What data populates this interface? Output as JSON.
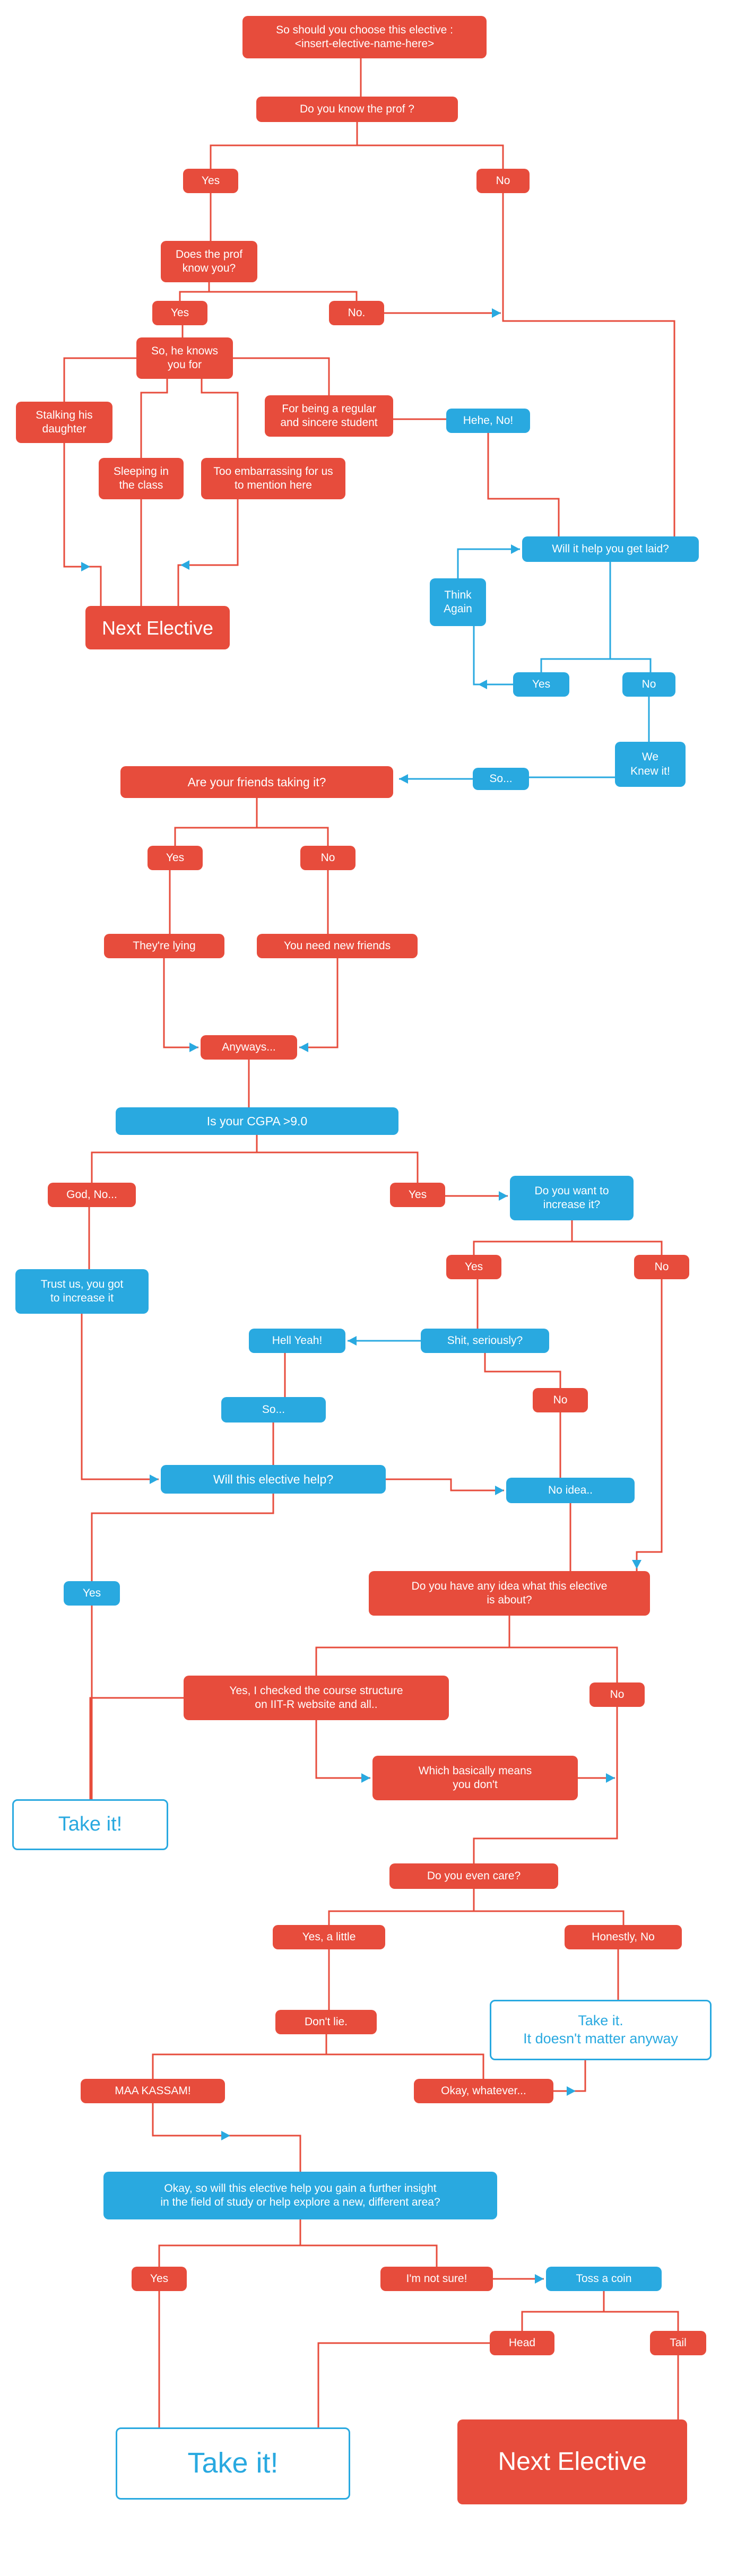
{
  "colors": {
    "red": "#e74c3c",
    "blue": "#29a9e0",
    "background": "#ffffff"
  },
  "nodes": {
    "title": {
      "label": "So should you choose this elective :\n<insert-elective-name-here>"
    },
    "q_know_prof": {
      "label": "Do you know the prof ?"
    },
    "yes1": {
      "label": "Yes"
    },
    "no1": {
      "label": "No"
    },
    "q_prof_know_you": {
      "label": "Does the prof\nknow you?"
    },
    "yes2": {
      "label": "Yes"
    },
    "no2": {
      "label": "No."
    },
    "knows_you_for": {
      "label": "So, he knows\nyou for"
    },
    "stalking": {
      "label": "Stalking his\ndaughter"
    },
    "regular": {
      "label": "For being a regular\nand sincere student"
    },
    "hehe_no": {
      "label": "Hehe, No!"
    },
    "sleeping": {
      "label": "Sleeping in\nthe class"
    },
    "embarrassing": {
      "label": "Too embarrassing for us\nto mention here"
    },
    "q_laid": {
      "label": "Will it help you get laid?"
    },
    "think_again": {
      "label": "Think\nAgain"
    },
    "next_elective_1": {
      "label": "Next Elective"
    },
    "yes_b1": {
      "label": "Yes"
    },
    "no_b1": {
      "label": "No"
    },
    "we_knew_it": {
      "label": "We\nKnew it!"
    },
    "so1": {
      "label": "So..."
    },
    "q_friends": {
      "label": "Are your friends taking it?"
    },
    "yes3": {
      "label": "Yes"
    },
    "no3": {
      "label": "No"
    },
    "lying": {
      "label": "They're lying"
    },
    "new_friends": {
      "label": "You need new friends"
    },
    "anyways": {
      "label": "Anyways..."
    },
    "q_cgpa": {
      "label": "Is your CGPA >9.0"
    },
    "god_no": {
      "label": "God, No..."
    },
    "yes4": {
      "label": "Yes"
    },
    "q_increase": {
      "label": "Do you want to\nincrease it?"
    },
    "trust_us": {
      "label": "Trust us, you got\nto increase it"
    },
    "yes5": {
      "label": "Yes"
    },
    "no4": {
      "label": "No"
    },
    "hell_yeah": {
      "label": "Hell Yeah!"
    },
    "shit_seriously": {
      "label": "Shit, seriously?"
    },
    "no5": {
      "label": "No"
    },
    "so2": {
      "label": "So..."
    },
    "q_elective_help": {
      "label": "Will this elective help?"
    },
    "no_idea": {
      "label": "No idea.."
    },
    "yes_b2": {
      "label": "Yes"
    },
    "q_idea_about": {
      "label": "Do you have any idea what this elective\nis about?"
    },
    "checked": {
      "label": "Yes, I checked the course structure\non IIT-R website and all.."
    },
    "no6": {
      "label": "No"
    },
    "basically": {
      "label": "Which basically means\nyou don't"
    },
    "take_it_1": {
      "label": "Take it!"
    },
    "q_care": {
      "label": "Do you even care?"
    },
    "yes_little": {
      "label": "Yes, a little"
    },
    "honestly_no": {
      "label": "Honestly, No"
    },
    "dont_lie": {
      "label": "Don't lie."
    },
    "take_it_anyway": {
      "label": "Take it.\nIt doesn't matter anyway"
    },
    "maa_kassam": {
      "label": "MAA KASSAM!"
    },
    "okay_whatever": {
      "label": "Okay, whatever..."
    },
    "q_insight": {
      "label": "Okay, so will this elective help you gain a further insight\nin the field of study or help explore a new,  different area?"
    },
    "yes6": {
      "label": "Yes"
    },
    "not_sure": {
      "label": "I'm not sure!"
    },
    "toss_coin": {
      "label": "Toss a coin"
    },
    "head": {
      "label": "Head"
    },
    "tail": {
      "label": "Tail"
    },
    "take_it_final": {
      "label": "Take it!"
    },
    "next_elective_final": {
      "label": "Next Elective"
    }
  }
}
